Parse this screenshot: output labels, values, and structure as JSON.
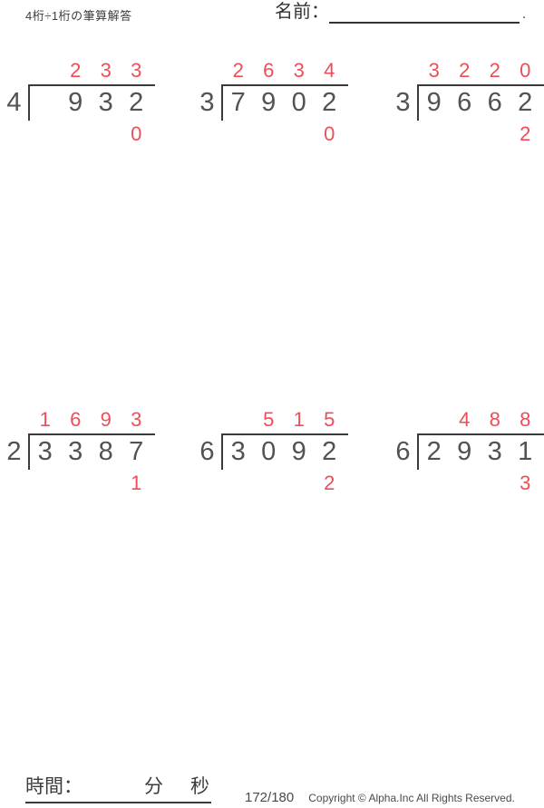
{
  "header": {
    "title": "4桁÷1桁の筆算解答",
    "name_label": "名前：",
    "name_suffix": "."
  },
  "colors": {
    "answer_red": "#ee4d58",
    "digit_gray": "#525252",
    "line_dark": "#3b3b3b"
  },
  "problems": [
    {
      "divisor": "4",
      "quotient": [
        "",
        "2",
        "3",
        "3"
      ],
      "dividend": [
        "",
        "9",
        "3",
        "2"
      ],
      "remainder": [
        "",
        "",
        "",
        "0"
      ]
    },
    {
      "divisor": "3",
      "quotient": [
        "2",
        "6",
        "3",
        "4"
      ],
      "dividend": [
        "7",
        "9",
        "0",
        "2"
      ],
      "remainder": [
        "",
        "",
        "",
        "0"
      ]
    },
    {
      "divisor": "3",
      "quotient": [
        "3",
        "2",
        "2",
        "0"
      ],
      "dividend": [
        "9",
        "6",
        "6",
        "2"
      ],
      "remainder": [
        "",
        "",
        "",
        "2"
      ]
    },
    {
      "divisor": "2",
      "quotient": [
        "1",
        "6",
        "9",
        "3"
      ],
      "dividend": [
        "3",
        "3",
        "8",
        "7"
      ],
      "remainder": [
        "",
        "",
        "",
        "1"
      ]
    },
    {
      "divisor": "6",
      "quotient": [
        "",
        "5",
        "1",
        "5"
      ],
      "dividend": [
        "3",
        "0",
        "9",
        "2"
      ],
      "remainder": [
        "",
        "",
        "",
        "2"
      ]
    },
    {
      "divisor": "6",
      "quotient": [
        "",
        "4",
        "8",
        "8"
      ],
      "dividend": [
        "2",
        "9",
        "3",
        "1"
      ],
      "remainder": [
        "",
        "",
        "",
        "3"
      ]
    }
  ],
  "footer": {
    "time_label": "時間：",
    "minutes_label": "分",
    "seconds_label": "秒",
    "page_number": "172/180",
    "copyright": "Copyright © Alpha.Inc All Rights Reserved."
  }
}
